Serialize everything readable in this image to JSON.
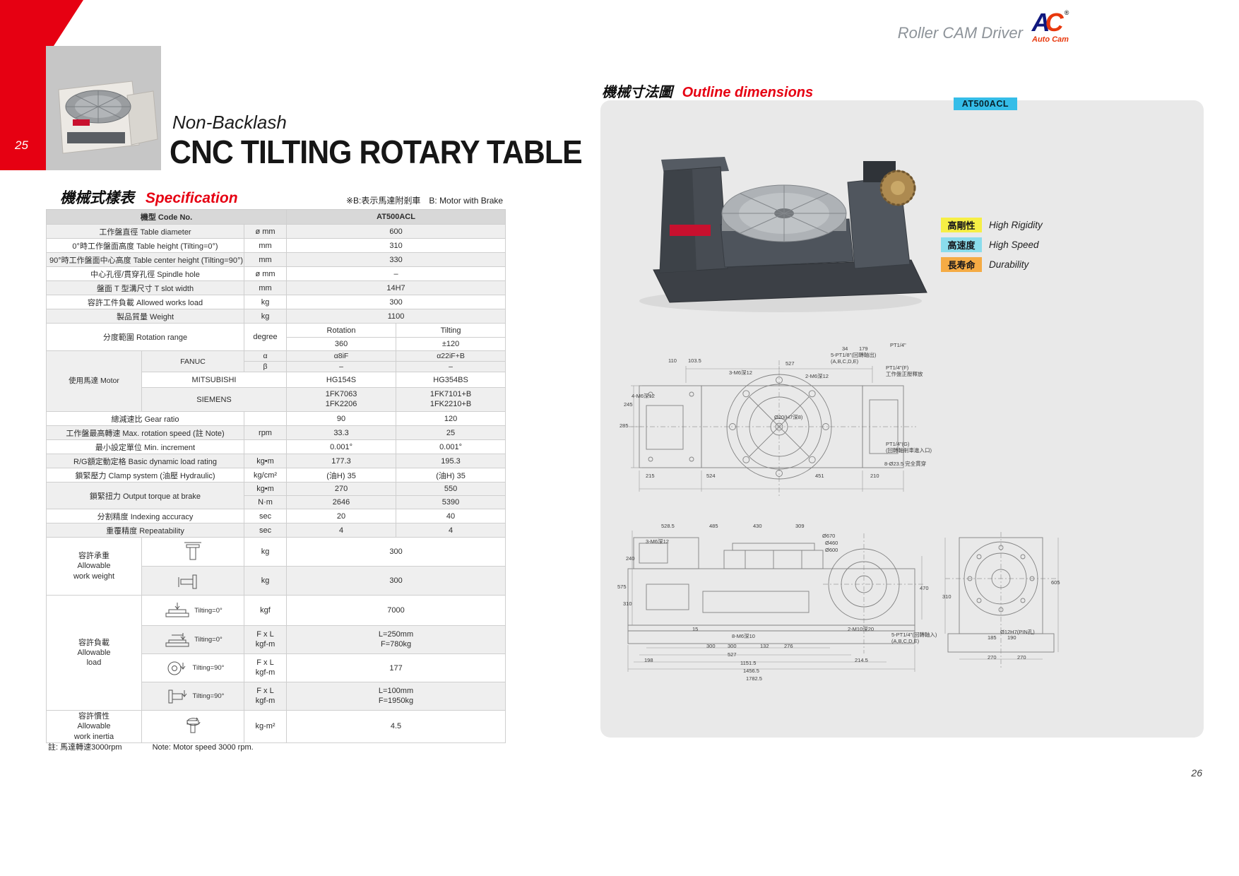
{
  "header": {
    "brand_tagline": "Roller CAM Driver",
    "logo": {
      "a": "A",
      "c": "C",
      "reg": "®",
      "text": "Auto Cam"
    },
    "page_left": "25",
    "page_right": "26"
  },
  "title": {
    "subtitle": "Non-Backlash",
    "main": "CNC TILTING ROTARY TABLE"
  },
  "spec": {
    "heading_zh": "機械式樣表",
    "heading_en": "Specification",
    "brake_note": "※B:表示馬達附剎車　B: Motor with Brake",
    "code_label": "機型 Code No.",
    "code_value": "AT500ACL",
    "footnote_zh": "註: 馬達轉速3000rpm",
    "footnote_en": "Note: Motor speed 3000 rpm.",
    "rows": {
      "diameter": {
        "label": "工作盤直徑 Table diameter",
        "unit": "ø mm",
        "value": "600"
      },
      "height0": {
        "label": "0°時工作盤面高度 Table height (Tilting=0°)",
        "unit": "mm",
        "value": "310"
      },
      "center90": {
        "label": "90°時工作盤面中心高度 Table center height (Tilting=90°)",
        "unit": "mm",
        "value": "330"
      },
      "spindle": {
        "label": "中心孔徑/貫穿孔徑 Spindle hole",
        "unit": "ø mm",
        "value": "–"
      },
      "tslot": {
        "label": "盤面 T 型溝尺寸 T slot width",
        "unit": "mm",
        "value": "14H7"
      },
      "worksload": {
        "label": "容許工件負載 Allowed works load",
        "unit": "kg",
        "value": "300"
      },
      "weight": {
        "label": "製品質量 Weight",
        "unit": "kg",
        "value": "1100"
      },
      "range": {
        "label": "分度範圍 Rotation range",
        "unit": "degree",
        "h1": "Rotation",
        "h2": "Tilting",
        "v1": "360",
        "v2": "±120"
      },
      "motor": {
        "label": "使用馬達  Motor",
        "fanuc": "FANUC",
        "alpha": "α",
        "beta": "β",
        "fanuc_a1": "α8iF",
        "fanuc_a2": "α22iF+B",
        "fanuc_b1": "–",
        "fanuc_b2": "–",
        "mitsubishi": "MITSUBISHI",
        "mit1": "HG154S",
        "mit2": "HG354BS",
        "siemens": "SIEMENS",
        "sie1": "1FK7063\n1FK2206",
        "sie2": "1FK7101+B\n1FK2210+B"
      },
      "gear": {
        "label": "總減速比 Gear ratio",
        "unit": "",
        "v1": "90",
        "v2": "120"
      },
      "maxspeed": {
        "label": "工作盤最高轉速 Max. rotation speed (註 Note)",
        "unit": "rpm",
        "v1": "33.3",
        "v2": "25"
      },
      "increment": {
        "label": "最小設定單位 Min. increment",
        "unit": "",
        "v1": "0.001°",
        "v2": "0.001°"
      },
      "dynload": {
        "label": "R/G額定動定格 Basic dynamic load rating",
        "unit": "kg•m",
        "v1": "177.3",
        "v2": "195.3"
      },
      "clamp": {
        "label": "鎖緊壓力 Clamp system (油壓 Hydraulic)",
        "unit": "kg/cm²",
        "v1": "(油H) 35",
        "v2": "(油H) 35"
      },
      "torque": {
        "label": "鎖緊扭力 Output torque at brake",
        "unit1": "kg•m",
        "unit2": "N·m",
        "a1": "270",
        "a2": "550",
        "b1": "2646",
        "b2": "5390"
      },
      "indexing": {
        "label": "分割精度 Indexing accuracy",
        "unit": "sec",
        "v1": "20",
        "v2": "40"
      },
      "repeat": {
        "label": "重覆精度 Repeatability",
        "unit": "sec",
        "v1": "4",
        "v2": "4"
      },
      "workweight": {
        "label": "容許承重\nAllowable\nwork weight",
        "r1_unit": "kg",
        "r1_value": "300",
        "r2_unit": "kg",
        "r2_value": "300"
      },
      "load": {
        "label": "容許負載\nAllowable\nload",
        "r1_cond": "Tilting=0°",
        "r1_unit": "kgf",
        "r1_value": "7000",
        "r2_cond": "Tilting=0°",
        "r2_unit": "F x L\nkgf-m",
        "r2_value": "L=250mm\nF=780kg",
        "r3_cond": "Tilting=90°",
        "r3_unit": "F x L\nkgf-m",
        "r3_value": "177",
        "r4_cond": "Tilting=90°",
        "r4_unit": "F x L\nkgf-m",
        "r4_value": "L=100mm\nF=1950kg"
      },
      "inertia": {
        "label": "容許慣性\nAllowable\nwork inertia",
        "unit": "kg-m²",
        "value": "4.5"
      }
    }
  },
  "outline": {
    "heading_zh": "機械寸法圖",
    "heading_en": "Outline dimensions",
    "model_badge": "AT500ACL",
    "badge_color": "#35bde8",
    "features": [
      {
        "zh": "高剛性",
        "en": "High Rigidity",
        "color": "#f6ef45"
      },
      {
        "zh": "高速度",
        "en": "High Speed",
        "color": "#8adcec"
      },
      {
        "zh": "長寿命",
        "en": "Durability",
        "color": "#f5ab44"
      }
    ],
    "dim_labels": [
      [
        "527",
        262,
        368
      ],
      [
        "110",
        96,
        364
      ],
      [
        "103.5",
        124,
        364
      ],
      [
        "34",
        342,
        347
      ],
      [
        "179",
        366,
        347
      ],
      [
        "5-PT1/8\"(回轉軸出)\n(A,B,C,D,E)",
        326,
        356
      ],
      [
        "PT1/4\"",
        410,
        342
      ],
      [
        "3-M6深12",
        182,
        381
      ],
      [
        "2-M6深12",
        290,
        386
      ],
      [
        "PT1/4\"(F)\n工作盤正壓釋放",
        404,
        374
      ],
      [
        "4-M6深12",
        44,
        414
      ],
      [
        "245",
        33,
        426
      ],
      [
        "285",
        27,
        456
      ],
      [
        "Ø20(H7深8)",
        246,
        444
      ],
      [
        "215",
        64,
        527
      ],
      [
        "524",
        150,
        527
      ],
      [
        "451",
        304,
        527
      ],
      [
        "210",
        382,
        527
      ],
      [
        "PT1/4\"(G)\n(回轉軸剎車進入口)",
        404,
        482
      ],
      [
        "8-Ø23.5 完全貫穿",
        402,
        510
      ],
      [
        "528.5",
        86,
        598
      ],
      [
        "485",
        154,
        598
      ],
      [
        "430",
        216,
        598
      ],
      [
        "309",
        276,
        598
      ],
      [
        "Ø670",
        314,
        612
      ],
      [
        "Ø460",
        318,
        622
      ],
      [
        "Ø600",
        318,
        632
      ],
      [
        "3-M6深12",
        64,
        620
      ],
      [
        "240",
        36,
        644
      ],
      [
        "575",
        24,
        684
      ],
      [
        "310",
        32,
        708
      ],
      [
        "470",
        452,
        686
      ],
      [
        "15",
        130,
        744
      ],
      [
        "8-M6深10",
        186,
        754
      ],
      [
        "300",
        150,
        768
      ],
      [
        "300",
        180,
        768
      ],
      [
        "132",
        226,
        768
      ],
      [
        "276",
        260,
        768
      ],
      [
        "2-M10深20",
        350,
        744
      ],
      [
        "198",
        62,
        788
      ],
      [
        "527",
        180,
        780
      ],
      [
        "1151.5",
        198,
        792
      ],
      [
        "1456.5",
        202,
        803
      ],
      [
        "1782.5",
        206,
        814
      ],
      [
        "214.5",
        360,
        788
      ],
      [
        "5-PT1/4\"(回轉軸入)\n(A,B,C,D,E)",
        412,
        752
      ],
      [
        "310",
        484,
        698
      ],
      [
        "605",
        638,
        678
      ],
      [
        "Ø12H7(PIN孔)",
        566,
        748
      ],
      [
        "185",
        548,
        756
      ],
      [
        "190",
        576,
        756
      ],
      [
        "270",
        548,
        784
      ],
      [
        "270",
        590,
        784
      ]
    ]
  }
}
